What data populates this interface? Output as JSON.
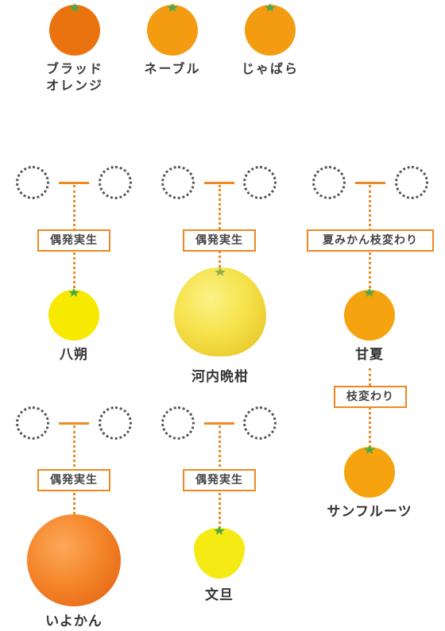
{
  "top_fruits": [
    {
      "name_line1": "ブラッド",
      "name_line2": "オレンジ",
      "color": "#ea7310"
    },
    {
      "name_line1": "ネーブル",
      "name_line2": "",
      "color": "#f39c12"
    },
    {
      "name_line1": "じゃばら",
      "name_line2": "",
      "color": "#f39c12"
    }
  ],
  "trees": {
    "hassaku": {
      "relation": "偶発実生",
      "name": "八朔",
      "color": "#f7ea00"
    },
    "kawachi": {
      "relation": "偶発実生",
      "name": "河内晩柑"
    },
    "amanatsu": {
      "relation": "夏みかん枝変わり",
      "name": "甘夏",
      "color": "#f5a30e"
    },
    "sunfruits": {
      "relation": "枝変わり",
      "name": "サンフルーツ",
      "color": "#f5a30e"
    },
    "iyokan": {
      "relation": "偶発実生",
      "name": "いよかん"
    },
    "buntan": {
      "relation": "偶発実生",
      "name": "文旦",
      "color": "#f5ea13"
    }
  },
  "colors": {
    "accent": "#ee8822",
    "leaf": "#4aa84a",
    "dotted_parent": "#555555"
  }
}
